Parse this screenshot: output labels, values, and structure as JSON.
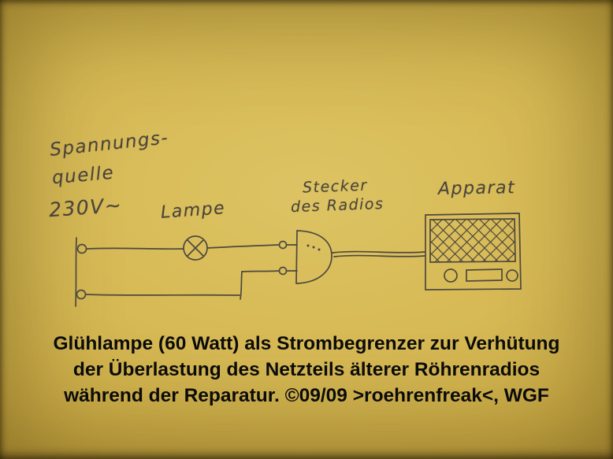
{
  "photo": {
    "paper_color": "#d6b954",
    "ink_color": "#4e483f",
    "caption_color": "#0b0b0b"
  },
  "schematic": {
    "labels": {
      "source_line1": "Spannungs-",
      "source_line2": "quelle",
      "source_line3": "230V~",
      "lamp": "Lampe",
      "plug_line1": "Stecker",
      "plug_line2": "des Radios",
      "apparatus": "Apparat"
    },
    "components": [
      "voltage-source-230V",
      "lamp-current-limiter",
      "radio-mains-plug",
      "radio-apparatus"
    ]
  },
  "caption": {
    "line1": "Glühlampe (60 Watt) als Strombegrenzer zur Verhütung",
    "line2": "der Überlastung des Netzteils älterer Röhrenradios",
    "line3": "während der Reparatur. ©09/09 >roehrenfreak<, WGF"
  }
}
